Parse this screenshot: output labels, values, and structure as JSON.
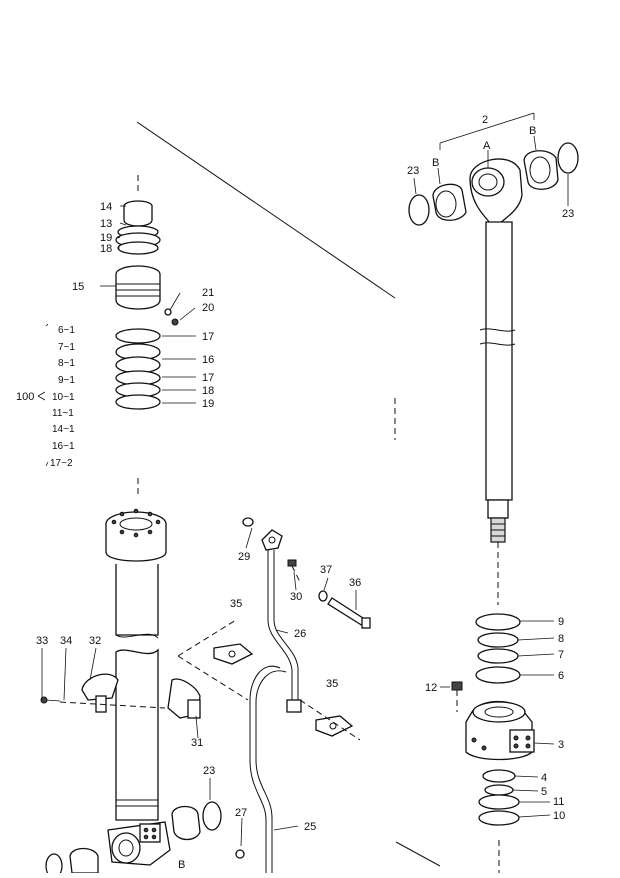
{
  "callouts": [
    {
      "id": "c2",
      "text": "2"
    },
    {
      "id": "cA",
      "text": "A"
    },
    {
      "id": "cB1",
      "text": "B"
    },
    {
      "id": "cB2",
      "text": "B"
    },
    {
      "id": "c23a",
      "text": "23"
    },
    {
      "id": "c23b",
      "text": "23"
    },
    {
      "id": "c14",
      "text": "14"
    },
    {
      "id": "c13",
      "text": "13"
    },
    {
      "id": "c19a",
      "text": "19"
    },
    {
      "id": "c18a",
      "text": "18"
    },
    {
      "id": "c15",
      "text": "15"
    },
    {
      "id": "c21",
      "text": "21"
    },
    {
      "id": "c20",
      "text": "20"
    },
    {
      "id": "c17a",
      "text": "17"
    },
    {
      "id": "c16",
      "text": "16"
    },
    {
      "id": "c17b",
      "text": "17"
    },
    {
      "id": "c18b",
      "text": "18"
    },
    {
      "id": "c19b",
      "text": "19"
    },
    {
      "id": "c9",
      "text": "9"
    },
    {
      "id": "c8",
      "text": "8"
    },
    {
      "id": "c7",
      "text": "7"
    },
    {
      "id": "c6",
      "text": "6"
    },
    {
      "id": "c12",
      "text": "12"
    },
    {
      "id": "c3",
      "text": "3"
    },
    {
      "id": "c4",
      "text": "4"
    },
    {
      "id": "c5",
      "text": "5"
    },
    {
      "id": "c11",
      "text": "11"
    },
    {
      "id": "c10",
      "text": "10"
    },
    {
      "id": "c29",
      "text": "29"
    },
    {
      "id": "c30",
      "text": "30"
    },
    {
      "id": "c37",
      "text": "37"
    },
    {
      "id": "c36",
      "text": "36"
    },
    {
      "id": "c35a",
      "text": "35"
    },
    {
      "id": "c26",
      "text": "26"
    },
    {
      "id": "c35b",
      "text": "35"
    },
    {
      "id": "c33",
      "text": "33"
    },
    {
      "id": "c34",
      "text": "34"
    },
    {
      "id": "c32",
      "text": "32"
    },
    {
      "id": "c31",
      "text": "31"
    },
    {
      "id": "c23c",
      "text": "23"
    },
    {
      "id": "c27",
      "text": "27"
    },
    {
      "id": "c25",
      "text": "25"
    },
    {
      "id": "cB3",
      "text": "B"
    }
  ],
  "kit": {
    "label": "100",
    "items": [
      "6~1",
      "7~1",
      "8~1",
      "9~1",
      "10~1",
      "11~1",
      "14~1",
      "16~1",
      "17~2"
    ]
  }
}
